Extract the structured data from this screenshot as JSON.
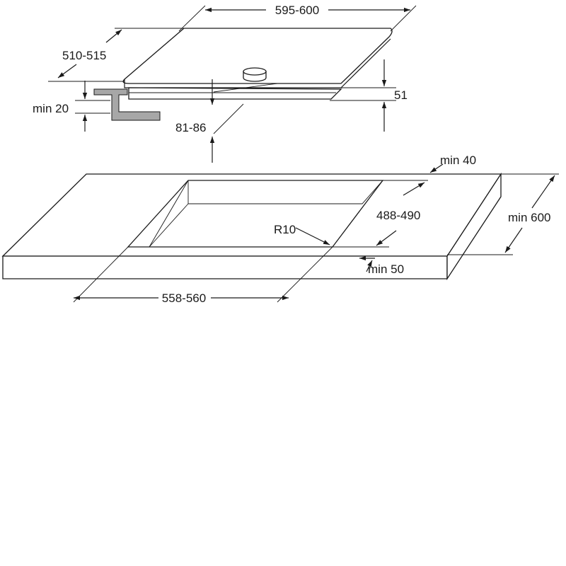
{
  "hob": {
    "width_label": "595-600",
    "depth_label": "510-515",
    "height_label": "51",
    "inset_label": "81-86",
    "clip_label": "min 20"
  },
  "worktop": {
    "front_gap_label": "min 40",
    "cutout_depth_label": "488-490",
    "worktop_depth_label": "min 600",
    "corner_radius_label": "R10",
    "back_gap_label": "min 50",
    "cutout_width_label": "558-560"
  },
  "colors": {
    "line": "#1a1a1a",
    "bracket": "#a7a7a7",
    "background": "#ffffff"
  }
}
